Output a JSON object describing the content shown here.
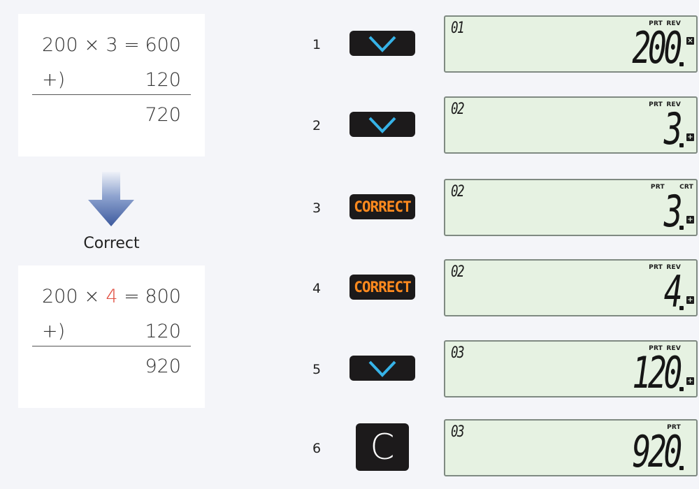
{
  "before": {
    "line1": {
      "left": "200 × 3 =",
      "right": "600"
    },
    "line2": {
      "left": "+)",
      "right": "120"
    },
    "line3": {
      "left": "",
      "right": "720"
    }
  },
  "correct_label": "Correct",
  "after": {
    "line1": {
      "left_a": "200 × ",
      "left_b": "4",
      "left_c": " =",
      "right": "800"
    },
    "line2": {
      "left": "+)",
      "right": "120"
    },
    "line3": {
      "left": "",
      "right": "920"
    }
  },
  "colors": {
    "highlight": "#e04a3c",
    "arrow": "#3d5a9e",
    "key_icon": "#36b3e8",
    "key_text": "#ff8a1e",
    "lcd_bg": "#e6f2e2"
  },
  "steps": [
    {
      "num": "1",
      "key": "check-down",
      "key_icon": "chevron-down-icon",
      "lcd_step": "01",
      "flags": "PRT REV",
      "value": "200",
      "op": "×"
    },
    {
      "num": "2",
      "key": "check-down",
      "key_icon": "chevron-down-icon",
      "lcd_step": "02",
      "flags": "PRT REV",
      "value": "3",
      "op": "+"
    },
    {
      "num": "3",
      "key": "correct",
      "key_label": "CORRECT",
      "lcd_step": "02",
      "flags": "PRT CRT",
      "value": "3",
      "op": "+"
    },
    {
      "num": "4",
      "key": "correct",
      "key_label": "CORRECT",
      "lcd_step": "02",
      "flags": "PRT REV",
      "value": "4",
      "op": "+"
    },
    {
      "num": "5",
      "key": "check-down",
      "key_icon": "chevron-down-icon",
      "lcd_step": "03",
      "flags": "PRT REV",
      "value": "120",
      "op": "+"
    },
    {
      "num": "6",
      "key": "clear",
      "key_label": "C",
      "lcd_step": "03",
      "flags": "PRT",
      "value": "920",
      "op": ""
    }
  ]
}
